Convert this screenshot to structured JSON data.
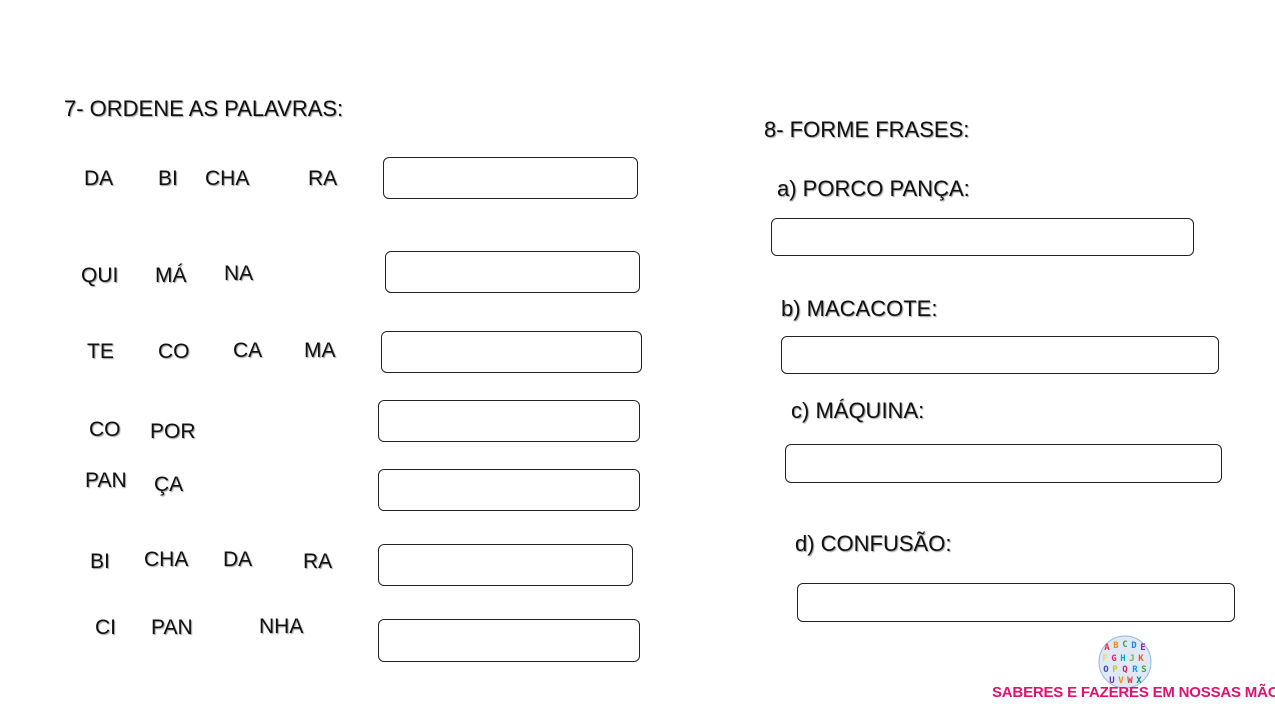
{
  "exercise7": {
    "title": "7- ORDENE AS PALAVRAS:",
    "rows": [
      [
        "DA",
        "BI",
        "CHA",
        "RA"
      ],
      [
        "QUI",
        "MÁ",
        "NA"
      ],
      [
        "TE",
        "CO",
        "CA",
        "MA"
      ],
      [
        "CO",
        "POR"
      ],
      [
        "PAN",
        "ÇA"
      ],
      [
        "BI",
        "CHA",
        "DA",
        "RA"
      ],
      [
        "CI",
        "PAN",
        "NHA"
      ]
    ]
  },
  "exercise8": {
    "title": "8- FORME FRASES:",
    "items": [
      "a) PORCO PANÇA:",
      "b) MACACOTE:",
      "c) MÁQUINA:",
      "d) CONFUSÃO:"
    ]
  },
  "brand": {
    "text": "SABERES E FAZERES EM NOSSAS MÃOS",
    "logo_letters": "ABCDEFGHIJKLMNOPQRSTUVWXYZ",
    "color": "#e0116f"
  }
}
